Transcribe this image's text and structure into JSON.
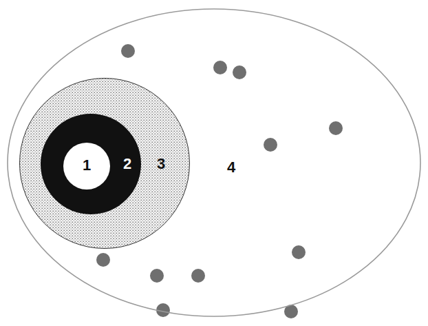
{
  "diagram": {
    "nodes": [
      {
        "text": [
          "4"
        ]
      },
      {
        "text": [
          "3"
        ],
        "in": 0
      },
      {
        "text": [
          "2"
        ],
        "in": 1
      },
      {
        "text": [
          "1"
        ],
        "in": 2
      }
    ]
  }
}
